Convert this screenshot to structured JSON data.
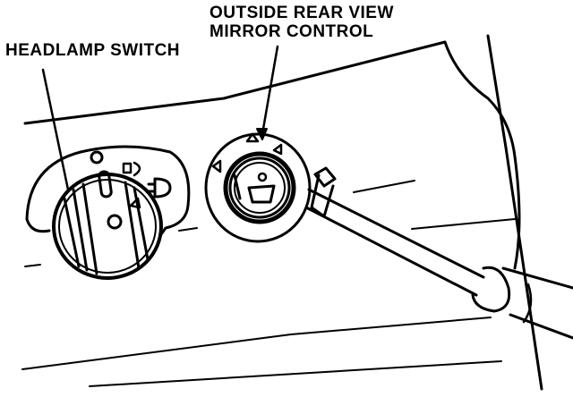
{
  "labels": {
    "headlamp_switch": "HEADLAMP SWITCH",
    "mirror_control_line1": "OUTSIDE REAR VIEW",
    "mirror_control_line2": "MIRROR CONTROL"
  },
  "colors": {
    "ink": "#000000",
    "paper": "#ffffff"
  }
}
